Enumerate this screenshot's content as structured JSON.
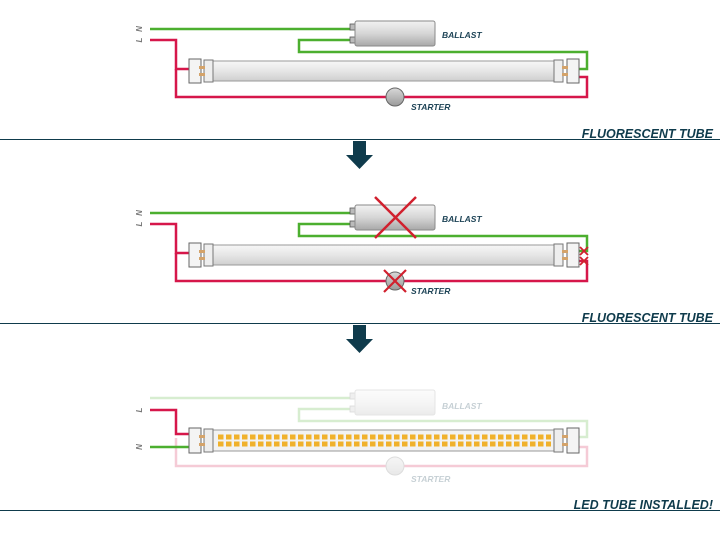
{
  "colors": {
    "neutral": "#4caf2f",
    "live": "#d6174a",
    "separator": "#0f3b4c",
    "arrow": "#0f3b4c",
    "label": "#1d4356",
    "cross": "#d1202e",
    "led": "#f0b12b"
  },
  "panels": [
    {
      "wire_l": "L",
      "wire_n": "N",
      "ballast_label": "BALLAST",
      "starter_label": "STARTER",
      "caption": "FLUORESCENT TUBE"
    },
    {
      "wire_l": "L",
      "wire_n": "N",
      "ballast_label": "BALLAST",
      "starter_label": "STARTER",
      "caption": "FLUORESCENT TUBE"
    },
    {
      "wire_l": "L",
      "wire_n": "N",
      "ballast_label": "BALLAST",
      "starter_label": "STARTER",
      "caption": "LED TUBE INSTALLED!"
    }
  ],
  "icons": {
    "arrow1": "down-arrow-icon",
    "arrow2": "down-arrow-icon",
    "ballast_cross": "cross-icon",
    "starter_cross": "cross-icon",
    "pin_cross": "cross-icon"
  }
}
